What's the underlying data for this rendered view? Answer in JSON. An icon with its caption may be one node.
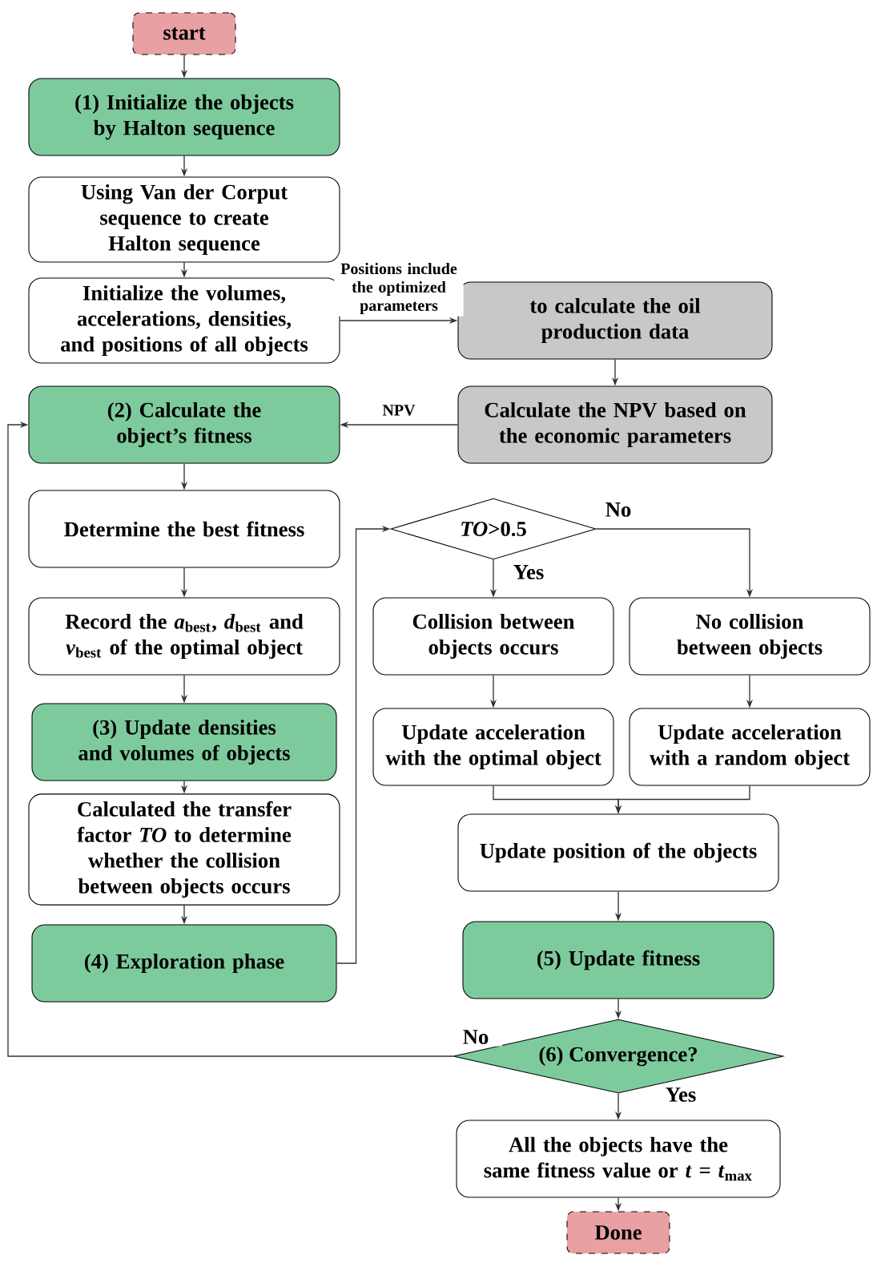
{
  "diagram": {
    "nodes": [
      {
        "text": [
          "start"
        ]
      },
      {
        "text": [
          "(1) Initialize the objects by Halton sequence"
        ]
      },
      {
        "text": [
          "Using Van der Corput sequence to create Halton sequence"
        ]
      },
      {
        "text": [
          "Initialize the volumes, accelerations, densities, and positions of all objects"
        ]
      },
      {
        "text": [
          "to calculate the oil production data"
        ]
      },
      {
        "text": [
          "Calculate the NPV based on the economic parameters"
        ]
      },
      {
        "text": [
          "(2) Calculate the object’s fitness"
        ]
      },
      {
        "text": [
          "Determine the best fitness"
        ]
      },
      {
        "text": [
          "Record the  *a*$_{best}$, *d*$_{best}$ and *v*$_{best}$ of the optimal object"
        ]
      },
      {
        "text": [
          "(3) Update densities and volumes of objects"
        ]
      },
      {
        "text": [
          "Calculated the transfer factor *TO* to determine whether the collision between objects occurs"
        ]
      },
      {
        "text": [
          "(4) Exploration phase"
        ]
      },
      {
        "text": [
          "*TO*>0.5"
        ]
      },
      {
        "text": [
          "Collision between objects occurs"
        ]
      },
      {
        "text": [
          "No collision between objects"
        ]
      },
      {
        "text": [
          "Update acceleration with the optimal object"
        ]
      },
      {
        "text": [
          "Update acceleration with a random object"
        ]
      },
      {
        "text": [
          "Update position of the objects"
        ]
      },
      {
        "text": [
          "(5) Update fitness"
        ]
      },
      {
        "text": [
          "(6) Convergence?"
        ]
      },
      {
        "text": [
          "All the objects have the same fitness value or *t* = *t*$_{max}$"
        ]
      },
      {
        "text": [
          "Done"
        ]
      }
    ],
    "edges": [
      {
        "from": 0,
        "to": 1,
        "arrow": "to"
      },
      {
        "from": 1,
        "to": 2,
        "arrow": "to"
      },
      {
        "from": 2,
        "to": 3,
        "arrow": "to"
      },
      {
        "from": 3,
        "to": 4,
        "arrow": "to",
        "label": "Positions include the optimized parameters"
      },
      {
        "from": 4,
        "to": 5,
        "arrow": "to"
      },
      {
        "from": 5,
        "to": 6,
        "arrow": "to",
        "label": "NPV"
      },
      {
        "from": 6,
        "to": 7,
        "arrow": "to"
      },
      {
        "from": 7,
        "to": 8,
        "arrow": "to"
      },
      {
        "from": 8,
        "to": 9,
        "arrow": "to"
      },
      {
        "from": 9,
        "to": 10,
        "arrow": "to"
      },
      {
        "from": 10,
        "to": 11,
        "arrow": "to"
      },
      {
        "from": 11,
        "to": 12,
        "arrow": "to"
      },
      {
        "from": 12,
        "to": 13,
        "arrow": "to",
        "label": "Yes"
      },
      {
        "from": 12,
        "to": 14,
        "arrow": "to",
        "label": "No"
      },
      {
        "from": 13,
        "to": 15,
        "arrow": "to"
      },
      {
        "from": 14,
        "to": 16,
        "arrow": "to"
      },
      {
        "from": 15,
        "to": 17,
        "arrow": "to"
      },
      {
        "from": 16,
        "to": 17,
        "arrow": "to"
      },
      {
        "from": 17,
        "to": 18,
        "arrow": "to"
      },
      {
        "from": 18,
        "to": 19,
        "arrow": "to"
      },
      {
        "from": 19,
        "to": 6,
        "arrow": "to",
        "label": "No"
      },
      {
        "from": 19,
        "to": 20,
        "arrow": "to",
        "label": "Yes"
      },
      {
        "from": 20,
        "to": 21,
        "arrow": "to"
      }
    ]
  }
}
